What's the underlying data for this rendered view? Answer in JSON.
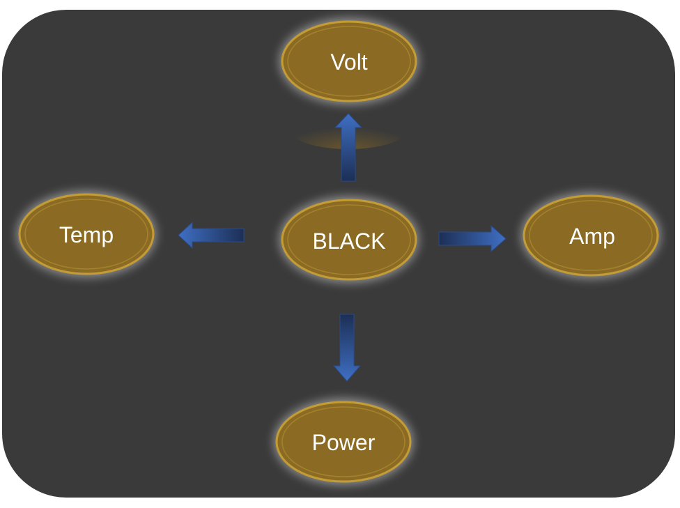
{
  "diagram": {
    "center_node": {
      "label": "BLACK"
    },
    "nodes": {
      "top": {
        "label": "Volt"
      },
      "left": {
        "label": "Temp"
      },
      "right": {
        "label": "Amp"
      },
      "bottom": {
        "label": "Power"
      }
    },
    "arrows": [
      {
        "from": "BLACK",
        "to": "Volt"
      },
      {
        "from": "BLACK",
        "to": "Temp"
      },
      {
        "from": "BLACK",
        "to": "Amp"
      },
      {
        "from": "BLACK",
        "to": "Power"
      }
    ],
    "colors": {
      "panel": "#3a3a3a",
      "node_fill": "#8b6b24",
      "node_border": "#b48f2e",
      "node_glow": "#d9d9d9",
      "arrow_dark": "#1c2f55",
      "arrow_light": "#3f6fc4",
      "text": "#ffffff"
    }
  }
}
